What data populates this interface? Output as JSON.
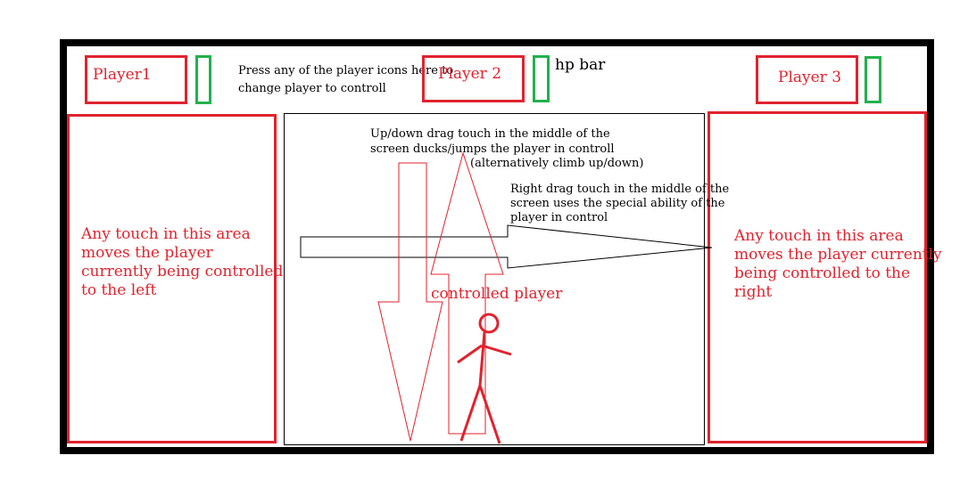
{
  "header": {
    "player1_label": "Player1",
    "player2_label": "Player 2",
    "player3_label": "Player 3",
    "instruction_line1": "Press any of the player icons here to",
    "instruction_line2": "change player to controll",
    "hp_label": "hp bar"
  },
  "left_zone": {
    "lines": [
      "Any touch in this area",
      "moves the player",
      "currently being controlled",
      "to the left"
    ]
  },
  "right_zone": {
    "lines": [
      "Any touch in this area",
      "moves the player currently",
      "being controlled to the",
      "right"
    ]
  },
  "center": {
    "updown_line1": "Up/down drag touch in the middle of the",
    "updown_line2": "screen ducks/jumps the player in controll",
    "updown_alt": "(alternatively climb up/down)",
    "right_line1": "Right drag touch in the middle of the",
    "right_line2": "screen uses the special ability of the",
    "right_line3": "player in control",
    "player_label": "controlled player"
  },
  "colors": {
    "red": "#e0232e",
    "green": "#22b14c",
    "frame": "#000000"
  }
}
